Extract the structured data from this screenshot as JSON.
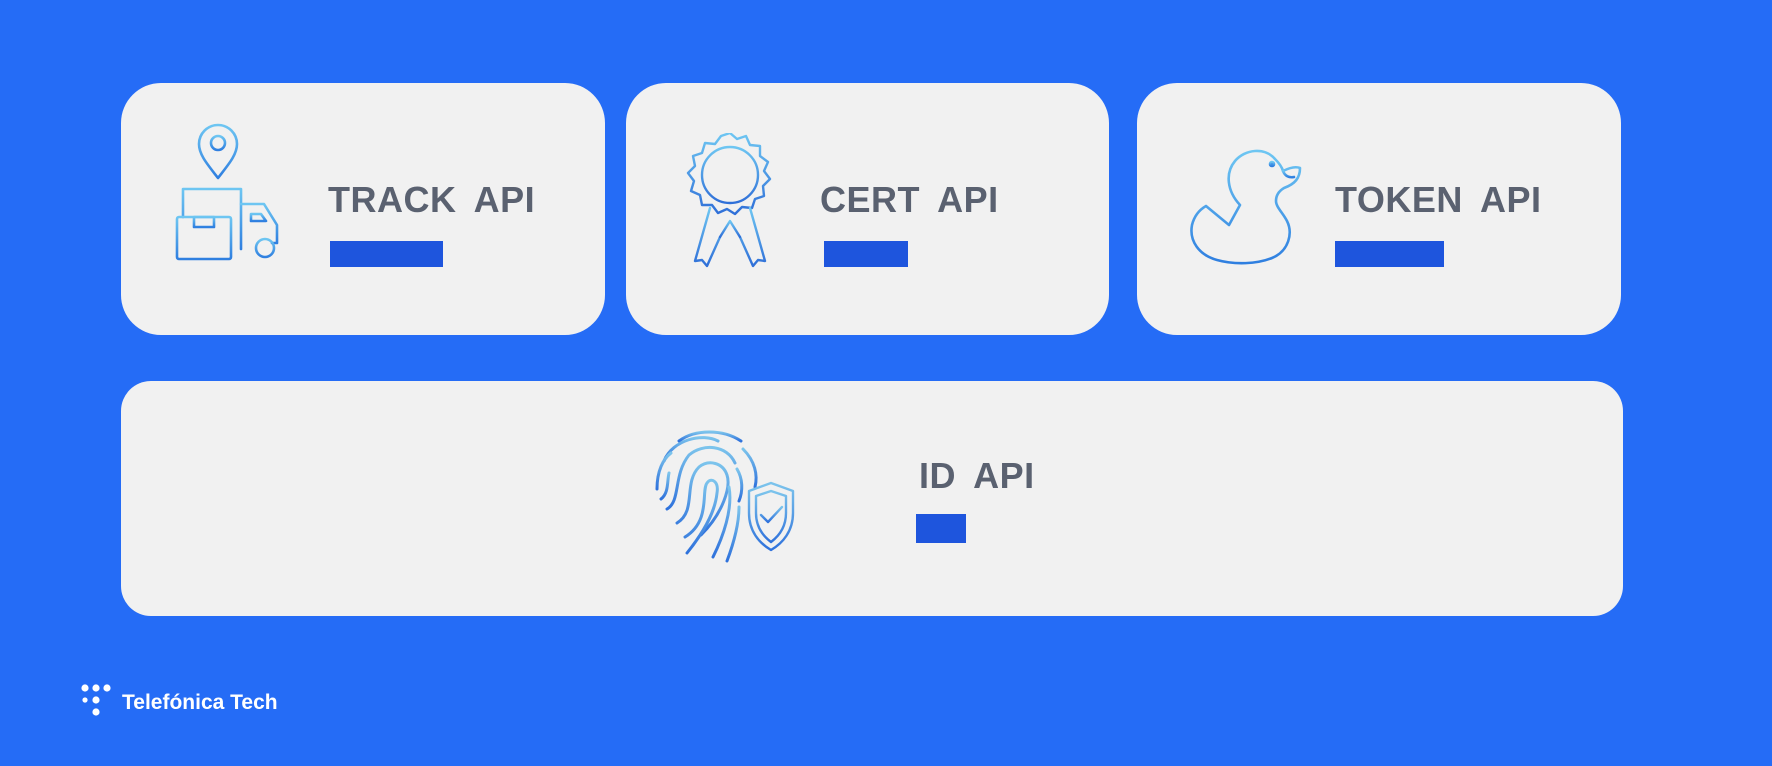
{
  "colors": {
    "background": "#256cf6",
    "card": "#f1f1f1",
    "title": "#5a6170",
    "bar": "#1e55dd",
    "icon_primary": "#3a86e0",
    "icon_light": "#6ec6f2"
  },
  "cards": [
    {
      "title": "TRACK  API",
      "icon": "delivery-truck-location-icon",
      "bar_fraction": 0.55
    },
    {
      "title": "CERT  API",
      "icon": "award-ribbon-icon",
      "bar_fraction": 0.41
    },
    {
      "title": "TOKEN  API",
      "icon": "rubber-duck-icon",
      "bar_fraction": 0.53
    }
  ],
  "wide_card": {
    "title": "ID  API",
    "icon": "fingerprint-shield-icon",
    "bar_fraction": 0.49
  },
  "footer": {
    "brand": "Telefónica Tech",
    "logo_icon": "telefonica-dots-logo-icon"
  }
}
